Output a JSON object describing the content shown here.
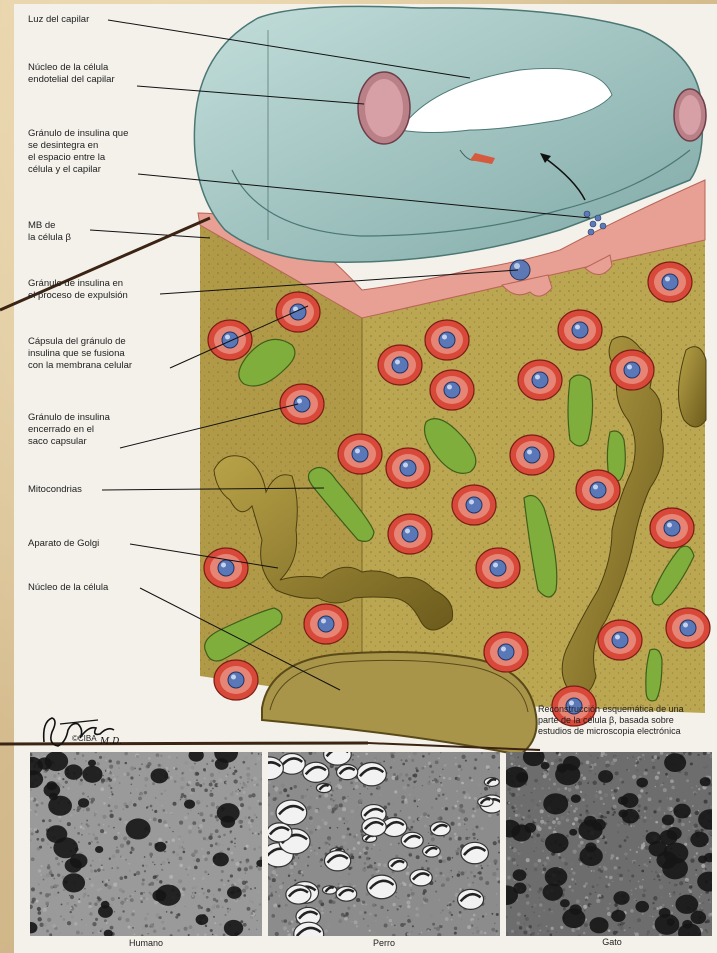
{
  "labels": {
    "luz": "Luz del capilar",
    "nucleo_endotelial": "Núcleo de la célula\nendotelial del capilar",
    "granulo_desintegra": "Gránulo de insulina que\nse desintegra en\nel espacio entre la\ncélula y el capilar",
    "mb": "MB de\nla célula β",
    "granulo_expulsion": "Gránulo de insulina en\nel proceso de expulsión",
    "capsula": "Cápsula del gránulo de\ninsulina que se fusiona\ncon la membrana celular",
    "granulo_encerrado": "Gránulo de insulina\nencerrado en el\nsaco capsular",
    "mitocondrias": "Mitocondrias",
    "golgi": "Aparato de Golgi",
    "nucleo_celula": "Núcleo de la célula"
  },
  "caption": "Reconstrucción esquemática de una\nparte de la célula β, basada sobre\nestudios de microscopia electrónica",
  "credit": "©CIBA",
  "signature": "F. Netter M.D.",
  "photos": [
    {
      "caption": "Humano"
    },
    {
      "caption": "Perro"
    },
    {
      "caption": "Gato"
    }
  ],
  "colors": {
    "capillary": "#9fc6c3",
    "membrane": "#e9a095",
    "cytoplasm": "#b9a44d",
    "granule_capsule": "#d9493a",
    "granule_core": "#5a78b8",
    "mitochondria": "#7fae3c",
    "golgi": "#8e7a28"
  }
}
